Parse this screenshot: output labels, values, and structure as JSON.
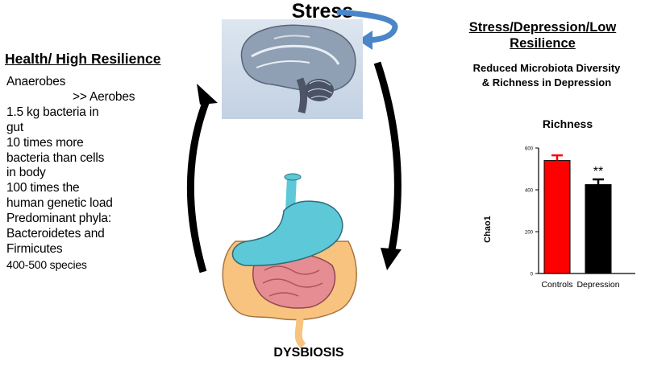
{
  "title": "Stress",
  "left": {
    "heading": "Health/ High Resilience",
    "lines": [
      "Anaerobes",
      ">> Aerobes",
      "1.5 kg bacteria in",
      "gut",
      "10 times more",
      "bacteria than cells",
      "in body",
      "100 times the",
      "human genetic load",
      "Predominant phyla:",
      "Bacteroidetes and",
      "Firmicutes",
      "400-500 species"
    ]
  },
  "right": {
    "heading_line1": "Stress/Depression/Low",
    "heading_line2": "Resilience",
    "sub_line1": "Reduced Microbiota Diversity",
    "sub_line2": "& Richness in Depression"
  },
  "bottom_label": "DYSBIOSIS",
  "colors": {
    "arrow_black": "#000000",
    "cycle_arrow": "#4a86c8",
    "brain_bg": "#cfdbe8",
    "stomach": "#5cc8d8",
    "intestine": "#f7c37f",
    "small_intestine": "#e58d92",
    "controls_bar": "#ff0000",
    "depression_bar": "#000000"
  },
  "icons": [
    "brain-illustration",
    "digestive-tract-illustration",
    "cycle-arrow-icon"
  ],
  "chart_data": {
    "type": "bar",
    "title": "Richness",
    "ylabel": "Chao1",
    "xlabel": "",
    "categories": [
      "Controls",
      "Depression"
    ],
    "values": [
      540,
      425
    ],
    "errors": [
      25,
      25
    ],
    "ylim": [
      0,
      600
    ],
    "yticks": [
      "0",
      "200",
      "400",
      "600"
    ],
    "annotation": "**"
  }
}
